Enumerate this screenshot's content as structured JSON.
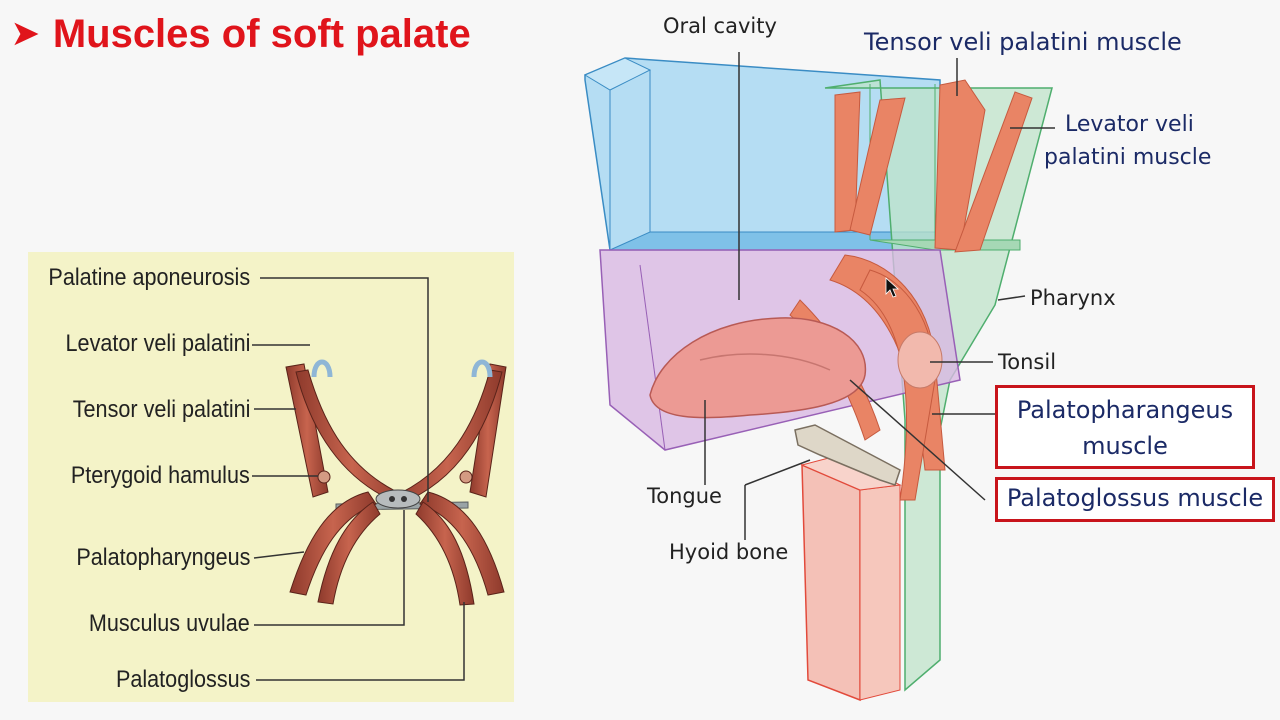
{
  "title": {
    "bullet": "➤",
    "text": "Muscles of soft palate"
  },
  "left_diagram": {
    "labels": {
      "palatine_aponeurosis": "Palatine aponeurosis",
      "levator_veli_palatini": "Levator veli palatini",
      "tensor_veli_palatini": "Tensor veli palatini",
      "pterygoid_hamulus": "Pterygoid hamulus",
      "palatopharyngeus": "Palatopharyngeus",
      "musculus_uvulae": "Musculus uvulae",
      "palatoglossus": "Palatoglossus"
    }
  },
  "right_diagram": {
    "labels": {
      "oral_cavity": "Oral cavity",
      "tensor_veli_palatini_muscle": "Tensor veli palatini muscle",
      "levator_line1": "Levator veli",
      "levator_line2": "palatini muscle",
      "pharynx": "Pharynx",
      "tonsil": "Tonsil",
      "palatopharangeus_line1": "Palatopharangeus",
      "palatopharangeus_line2": "muscle",
      "palatoglossus_muscle": "Palatoglossus muscle",
      "tongue": "Tongue",
      "hyoid_bone": "Hyoid bone"
    }
  },
  "colors": {
    "title": "#e0141b",
    "highlight_border": "#c8141b",
    "label_navy": "#1b2a66",
    "muscle": "#e98465",
    "oral_cavity_box": "#a9d8f2",
    "pharynx_box": "#bfe3c9",
    "lower_box": "#d8b8e2",
    "left_background": "#f4f3c8"
  }
}
